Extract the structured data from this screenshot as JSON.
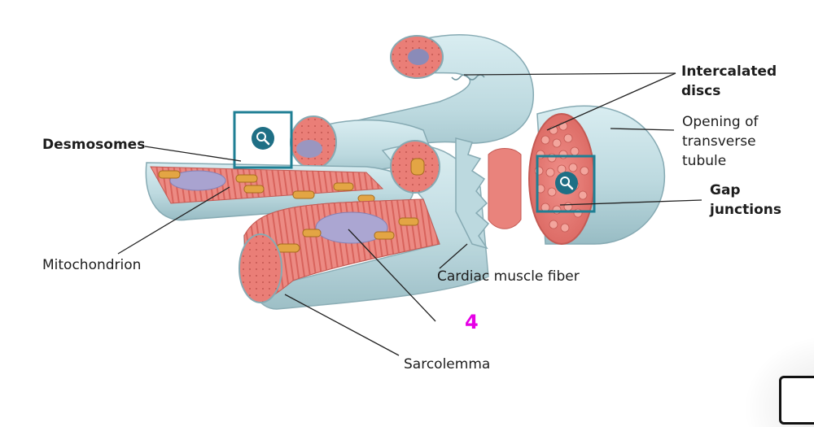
{
  "labels": {
    "intercalated_discs": "Intercalated\ndiscs",
    "desmosomes": "Desmosomes",
    "opening_tt": "Opening of\ntransverse\ntubule",
    "gap_junctions": "Gap\njunctions",
    "mitochondrion": "Mitochondrion",
    "cardiac_fiber": "Cardiac muscle fiber",
    "sarcolemma": "Sarcolemma"
  },
  "marker": "4",
  "colors": {
    "sarcolemma": "#bfdde3",
    "muscle": "#e9837c",
    "muscle_light": "#f2a8a0",
    "mitochondria": "#e0a040",
    "nucleus": "#b8b0d8",
    "zoom_frame": "#1f7f94",
    "marker": "#e600e6"
  },
  "icons": {
    "zoom_left": "magnifier-icon",
    "zoom_right": "magnifier-icon"
  }
}
